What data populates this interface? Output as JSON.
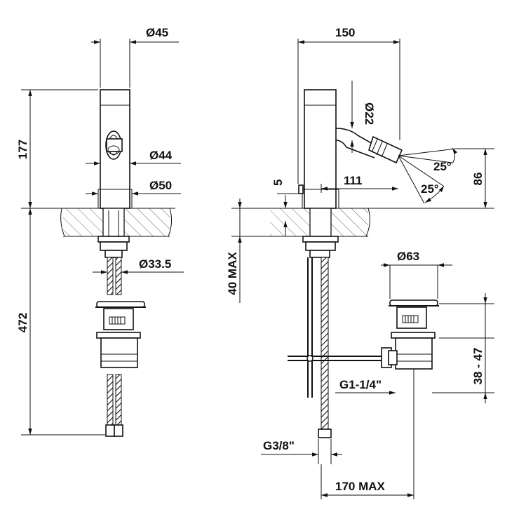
{
  "dimensions": {
    "d45": "Ø45",
    "d44": "Ø44",
    "d50": "Ø50",
    "d33_5": "Ø33.5",
    "h177": "177",
    "h472": "472",
    "w150": "150",
    "d22": "Ø22",
    "a25_top": "25°",
    "a25_bot": "25°",
    "w111": "111",
    "h5": "5",
    "h86": "86",
    "max40": "40 MAX",
    "d63": "Ø63",
    "g1_14": "G1-1/4\"",
    "range38_47": "38 - 47",
    "g3_8": "G3/8\"",
    "max170": "170 MAX"
  }
}
